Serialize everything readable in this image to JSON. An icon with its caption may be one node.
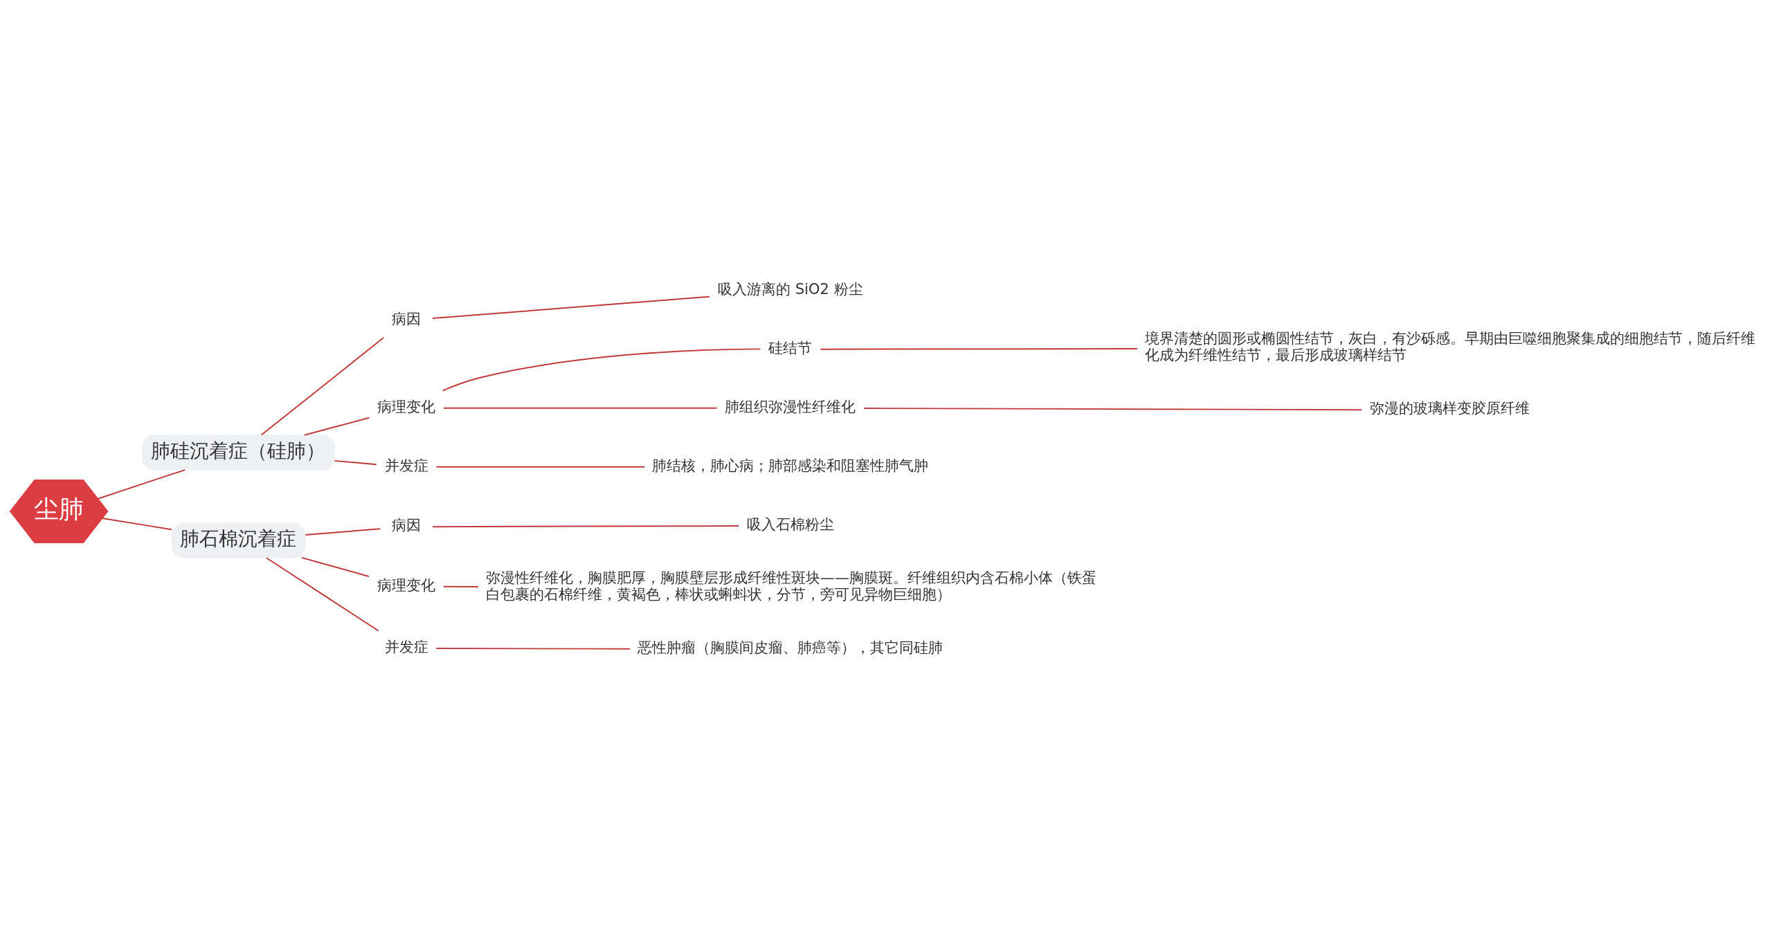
{
  "diagram": {
    "nodes": [
      {
        "text": [
          "尘肺"
        ]
      },
      {
        "text": [
          "肺硅沉着症（硅肺）"
        ]
      },
      {
        "text": [
          "病因"
        ]
      },
      {
        "text": [
          "吸入游离的 SiO2 粉尘"
        ]
      },
      {
        "text": [
          "病理变化"
        ]
      },
      {
        "text": [
          "硅结节"
        ]
      },
      {
        "text": [
          "境界清楚的圆形或椭圆性结节，灰白，有沙砾感。早期由巨噬细胞聚集成的细胞结节，随后纤维化成为纤维性结节，最后形成玻璃样结节"
        ]
      },
      {
        "text": [
          "肺组织弥漫性纤维化"
        ]
      },
      {
        "text": [
          "弥漫的玻璃样变胶原纤维"
        ]
      },
      {
        "text": [
          "并发症"
        ]
      },
      {
        "text": [
          "肺结核，肺心病；肺部感染和阻塞性肺气肿"
        ]
      },
      {
        "text": [
          "肺石棉沉着症"
        ]
      },
      {
        "text": [
          "病因"
        ]
      },
      {
        "text": [
          "吸入石棉粉尘"
        ]
      },
      {
        "text": [
          "病理变化"
        ]
      },
      {
        "text": [
          "弥漫性纤维化，胸膜肥厚，胸膜壁层形成纤维性斑块——胸膜斑。纤维组织内含石棉小体（铁蛋白包裹的石棉纤维，黄褐色，棒状或蝌蚪状，分节，旁可见异物巨细胞）"
        ]
      },
      {
        "text": [
          "并发症"
        ]
      },
      {
        "text": [
          "恶性肿瘤（胸膜间皮瘤、肺癌等），其它同硅肺"
        ]
      }
    ],
    "edges": [
      {
        "from": 0,
        "to": 1,
        "arrow": "none"
      },
      {
        "from": 1,
        "to": 2,
        "arrow": "none"
      },
      {
        "from": 2,
        "to": 3,
        "arrow": "none"
      },
      {
        "from": 1,
        "to": 4,
        "arrow": "none"
      },
      {
        "from": 4,
        "to": 5,
        "arrow": "none"
      },
      {
        "from": 5,
        "to": 6,
        "arrow": "none"
      },
      {
        "from": 4,
        "to": 7,
        "arrow": "none"
      },
      {
        "from": 7,
        "to": 8,
        "arrow": "none"
      },
      {
        "from": 1,
        "to": 9,
        "arrow": "none"
      },
      {
        "from": 9,
        "to": 10,
        "arrow": "none"
      },
      {
        "from": 0,
        "to": 11,
        "arrow": "none"
      },
      {
        "from": 11,
        "to": 12,
        "arrow": "none"
      },
      {
        "from": 12,
        "to": 13,
        "arrow": "none"
      },
      {
        "from": 11,
        "to": 14,
        "arrow": "none"
      },
      {
        "from": 14,
        "to": 15,
        "arrow": "none"
      },
      {
        "from": 11,
        "to": 16,
        "arrow": "none"
      },
      {
        "from": 16,
        "to": 17,
        "arrow": "none"
      }
    ]
  }
}
